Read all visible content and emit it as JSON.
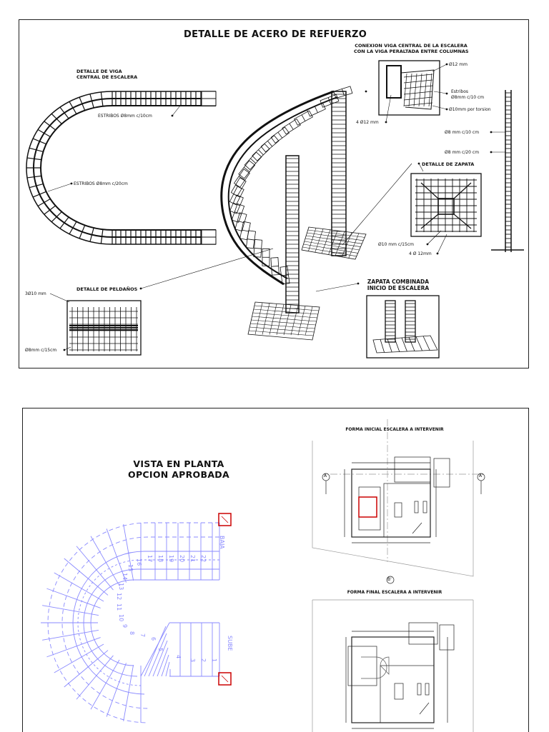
{
  "sheet1": {
    "title": "DETALLE DE ACERO DE REFUERZO",
    "viga_title": [
      "DETALLE DE VIGA",
      "CENTRAL DE ESCALERA"
    ],
    "estribos_top": "ESTRIBOS Ø8mm c/10cm",
    "estribos_mid": "ESTRIBOS Ø8mm c/20cm",
    "conexion_title": [
      "CONEXION VIGA CENTRAL DE LA ESCALERA",
      "CON LA VIGA PERALTADA ENTRE COLUMNAS"
    ],
    "phi12": "Ø12 mm",
    "estribos_conn": [
      "Estribos",
      "Ø8mm c/10 cm"
    ],
    "phi10_torsion": "Ø10mm por torsion",
    "four_phi12": "4 Ø12 mm",
    "phi8_10": "Ø8 mm c/10 cm",
    "phi8_20": "Ø8 mm c/20 cm",
    "zapata_title": "DETALLE DE ZAPATA",
    "phi10_15": "Ø10 mm c/15cm",
    "four_phi12b": "4 Ø 12mm",
    "peldanos_title": "DETALLE DE PELDAÑOS",
    "three_phi10": "3Ø10 mm",
    "phi8_15": "Ø8mm c/15cm",
    "zapata_comb": [
      "ZAPATA COMBINADA",
      "INICIO DE ESCALERA"
    ]
  },
  "sheet2": {
    "title": [
      "VISTA EN PLANTA",
      "OPCION APROBADA"
    ],
    "baja": "BAJA",
    "sube": "SUBE",
    "step_numbers": [
      "1",
      "2",
      "3",
      "4",
      "5",
      "6",
      "7",
      "8",
      "9",
      "10",
      "11",
      "12",
      "13",
      "14",
      "15",
      "16",
      "17",
      "18",
      "19",
      "20",
      "21",
      "22"
    ],
    "forma_inicial": "FORMA INICIAL ESCALERA A INTERVENIR",
    "forma_final": "FORMA FINAL ESCALERA A INTERVENIR",
    "axis_a": "A",
    "axis_a2": "A'",
    "axis_b": "B'"
  }
}
